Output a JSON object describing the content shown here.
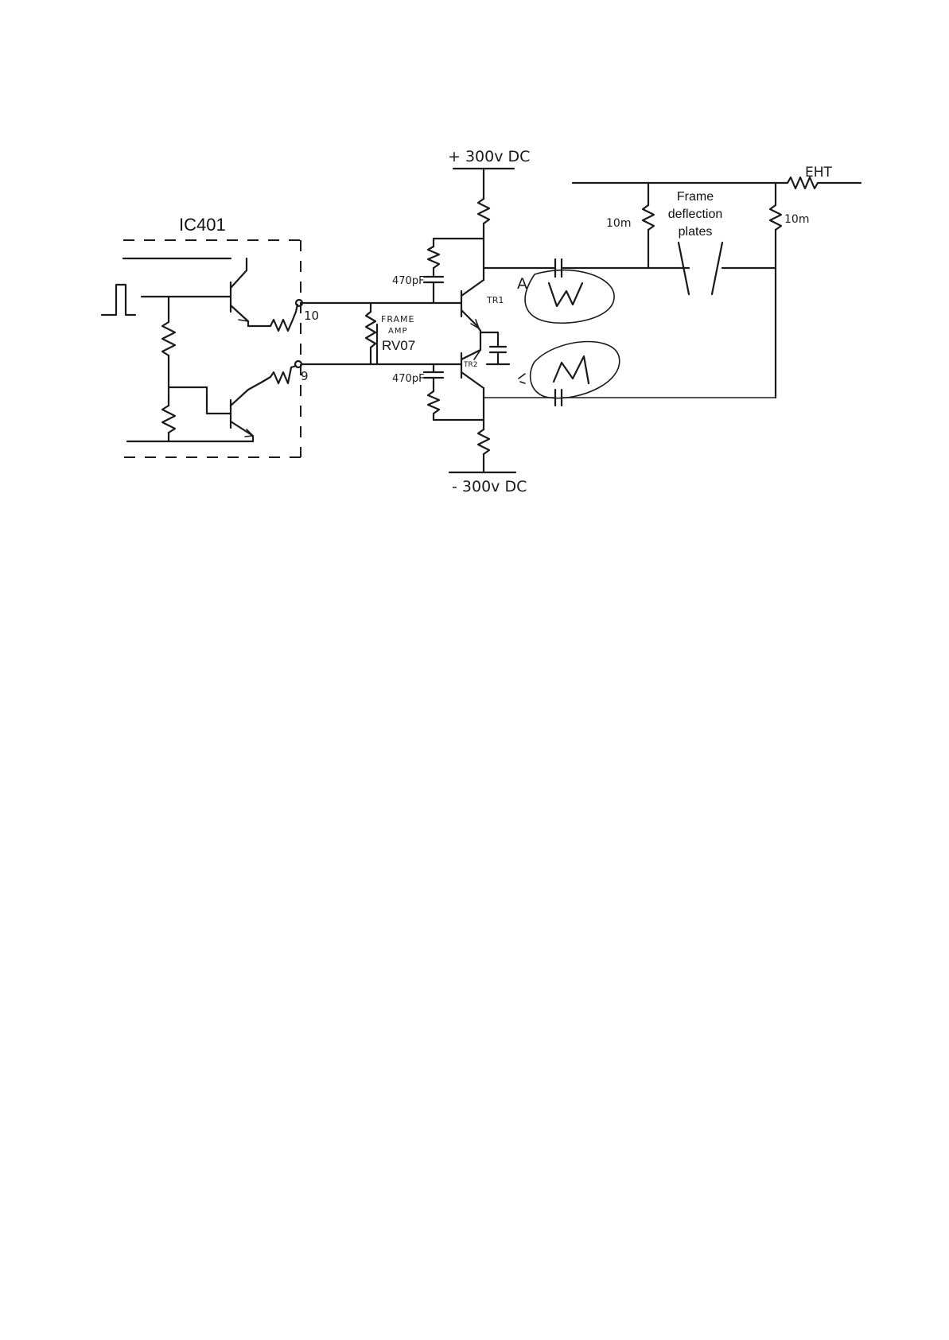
{
  "diagram": {
    "ic_label": "IC401",
    "pin_10": "10",
    "pin_9": "9",
    "supply_positive": "+ 300v DC",
    "supply_negative": "- 300v DC",
    "frame_amp_label_line1": "FRAME",
    "frame_amp_label_line2": "AMP",
    "frame_amp_ref": "RV07",
    "cap_top_value": "470pF",
    "cap_bottom_value": "470pF",
    "tr1_label": "TR1",
    "tr2_label": "TR2",
    "waveform_a_label": "A",
    "eht_label": "EHT",
    "res_left_value": "10m",
    "res_right_value": "10m",
    "plates_line1": "Frame",
    "plates_line2": "deflection",
    "plates_line3": "plates"
  }
}
